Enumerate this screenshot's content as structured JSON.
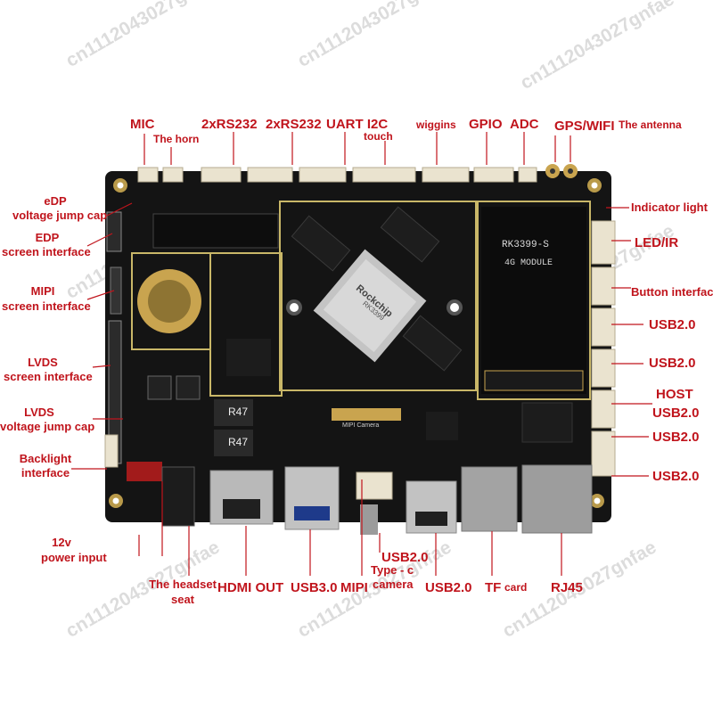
{
  "watermark": "cn1112043027gnfae",
  "colors": {
    "label": "#c0141c",
    "leader": "#c0141c",
    "board": "#141414",
    "pad": "#b99a4a"
  },
  "board_markings": {
    "module_title": "RK3399-S",
    "module_sub": "4G MODULE",
    "chip_logo": "Rockchip",
    "chip_model": "RK3399",
    "camera_silk": "MIPI Camera",
    "inductor_a": "R47",
    "inductor_b": "R47"
  },
  "labels": {
    "mic": "MIC",
    "horn": "The horn",
    "rs232_a": "2xRS232",
    "rs232_b": "2xRS232",
    "uart_i2c": "UART I2C",
    "touch": "touch",
    "wiggins": "wiggins",
    "gpio": "GPIO",
    "adc": "ADC",
    "gps_wifi": "GPS/WIFI",
    "antenna": "The antenna",
    "edp_jump_l1": "eDP",
    "edp_jump_l2": "voltage jump cap",
    "edp_screen_l1": "EDP",
    "edp_screen_l2": "screen interface",
    "mipi_screen_l1": "MIPI",
    "mipi_screen_l2": "screen interface",
    "lvds_screen_l1": "LVDS",
    "lvds_screen_l2": "screen interface",
    "lvds_jump_l1": "LVDS",
    "lvds_jump_l2": "voltage jump cap",
    "backlight_l1": "Backlight",
    "backlight_l2": "interface",
    "power_l1": "12v",
    "power_l2": "power input",
    "headset_l1": "The headset",
    "headset_l2": "seat",
    "hdmi": "HDMI OUT",
    "usb30": "USB3.0",
    "mipi": "MIPI",
    "usb20_bottom_a": "USB2.0",
    "typec": "Type - c",
    "camera": "camera",
    "usb20_bottom_b": "USB2.0",
    "tf": "TF",
    "card": "card",
    "rj45": "RJ45",
    "indicator": "Indicator light",
    "led_ir": "LED/IR",
    "button": "Button interface",
    "usb20_r1": "USB2.0",
    "usb20_r2": "USB2.0",
    "host": "HOST",
    "usb20_r3": "USB2.0",
    "usb20_r4": "USB2.0",
    "usb20_r5": "USB2.0"
  }
}
